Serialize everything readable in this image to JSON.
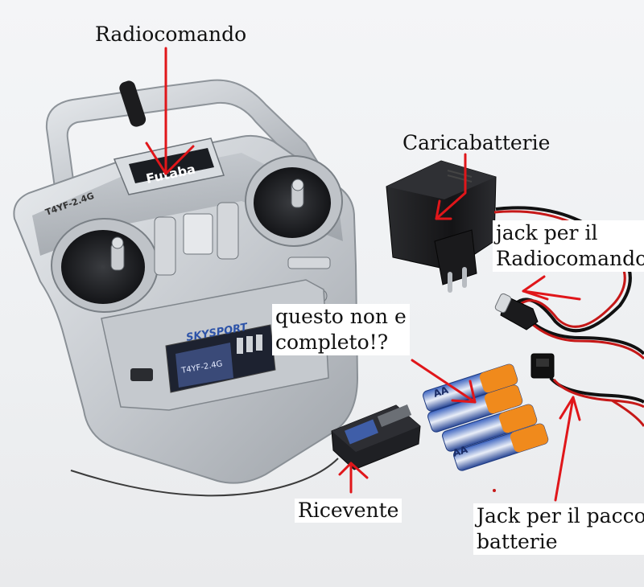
{
  "labels": {
    "radiocomando": "Radiocomando",
    "caricabatterie": "Caricabatterie",
    "jack_radiocomando_line1": "jack per il",
    "jack_radiocomando_line2": "Radiocomando",
    "questo_line1": "questo non e",
    "questo_line2": "completo!?",
    "ricevente": "Ricevente",
    "jack_pacco_line1": "Jack per il pacco",
    "jack_pacco_line2": "batterie"
  },
  "device_text": {
    "brand": "Futaba",
    "model": "T4YF-2.4G",
    "skysport": "SKYSPORT",
    "battery_type": "AA"
  },
  "colors": {
    "annotation_red": "#e0161a",
    "transmitter_silver": "#c9cdd1",
    "battery_orange": "#f08a1c",
    "battery_blue": "#2f4f9e",
    "charger_black": "#1d1d1f"
  }
}
